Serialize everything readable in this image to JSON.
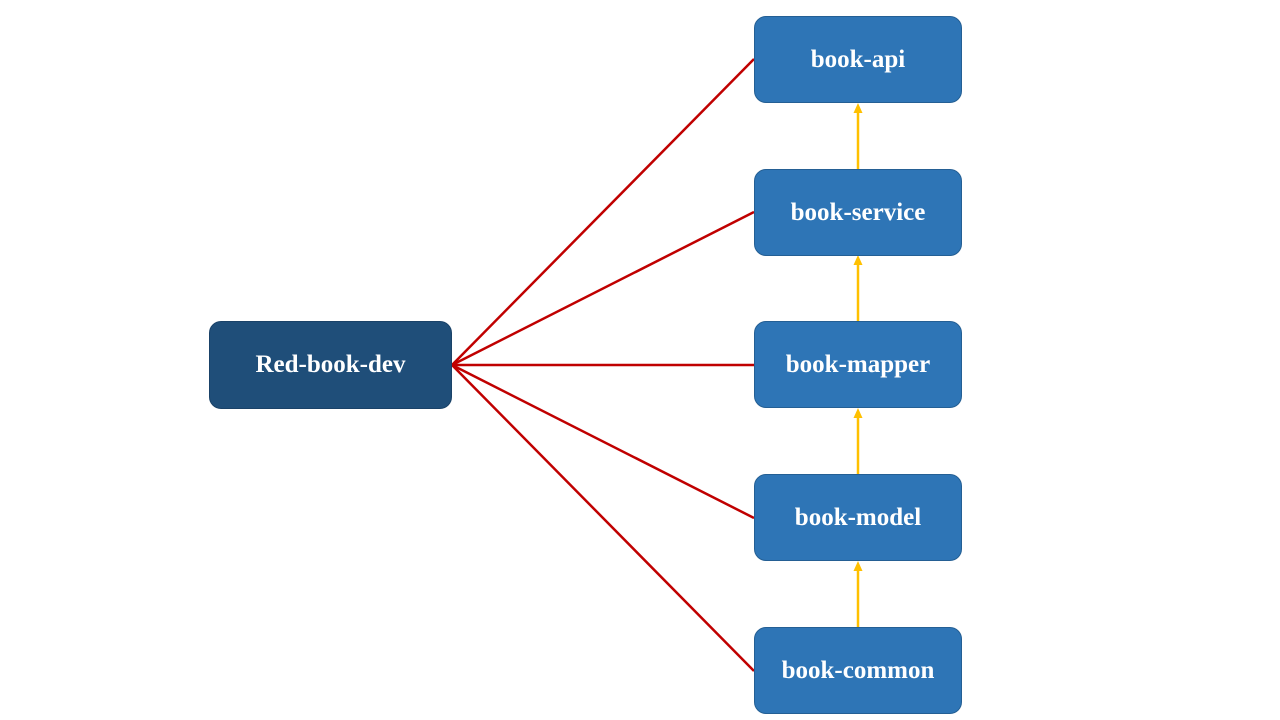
{
  "diagram": {
    "root": {
      "label": "Red-book-dev"
    },
    "modules": [
      {
        "label": "book-api"
      },
      {
        "label": "book-service"
      },
      {
        "label": "book-mapper"
      },
      {
        "label": "book-model"
      },
      {
        "label": "book-common"
      }
    ],
    "edges": {
      "aggregation": [
        {
          "from": "Red-book-dev",
          "to": "book-api"
        },
        {
          "from": "Red-book-dev",
          "to": "book-service"
        },
        {
          "from": "Red-book-dev",
          "to": "book-mapper"
        },
        {
          "from": "Red-book-dev",
          "to": "book-model"
        },
        {
          "from": "Red-book-dev",
          "to": "book-common"
        }
      ],
      "dependency": [
        {
          "from": "book-common",
          "to": "book-model"
        },
        {
          "from": "book-model",
          "to": "book-mapper"
        },
        {
          "from": "book-mapper",
          "to": "book-service"
        },
        {
          "from": "book-service",
          "to": "book-api"
        }
      ]
    },
    "colors": {
      "root_fill": "#1f4e79",
      "module_fill": "#2e75b6",
      "aggregation_line": "#c00000",
      "dependency_arrow": "#ffc000",
      "text": "#ffffff"
    }
  }
}
